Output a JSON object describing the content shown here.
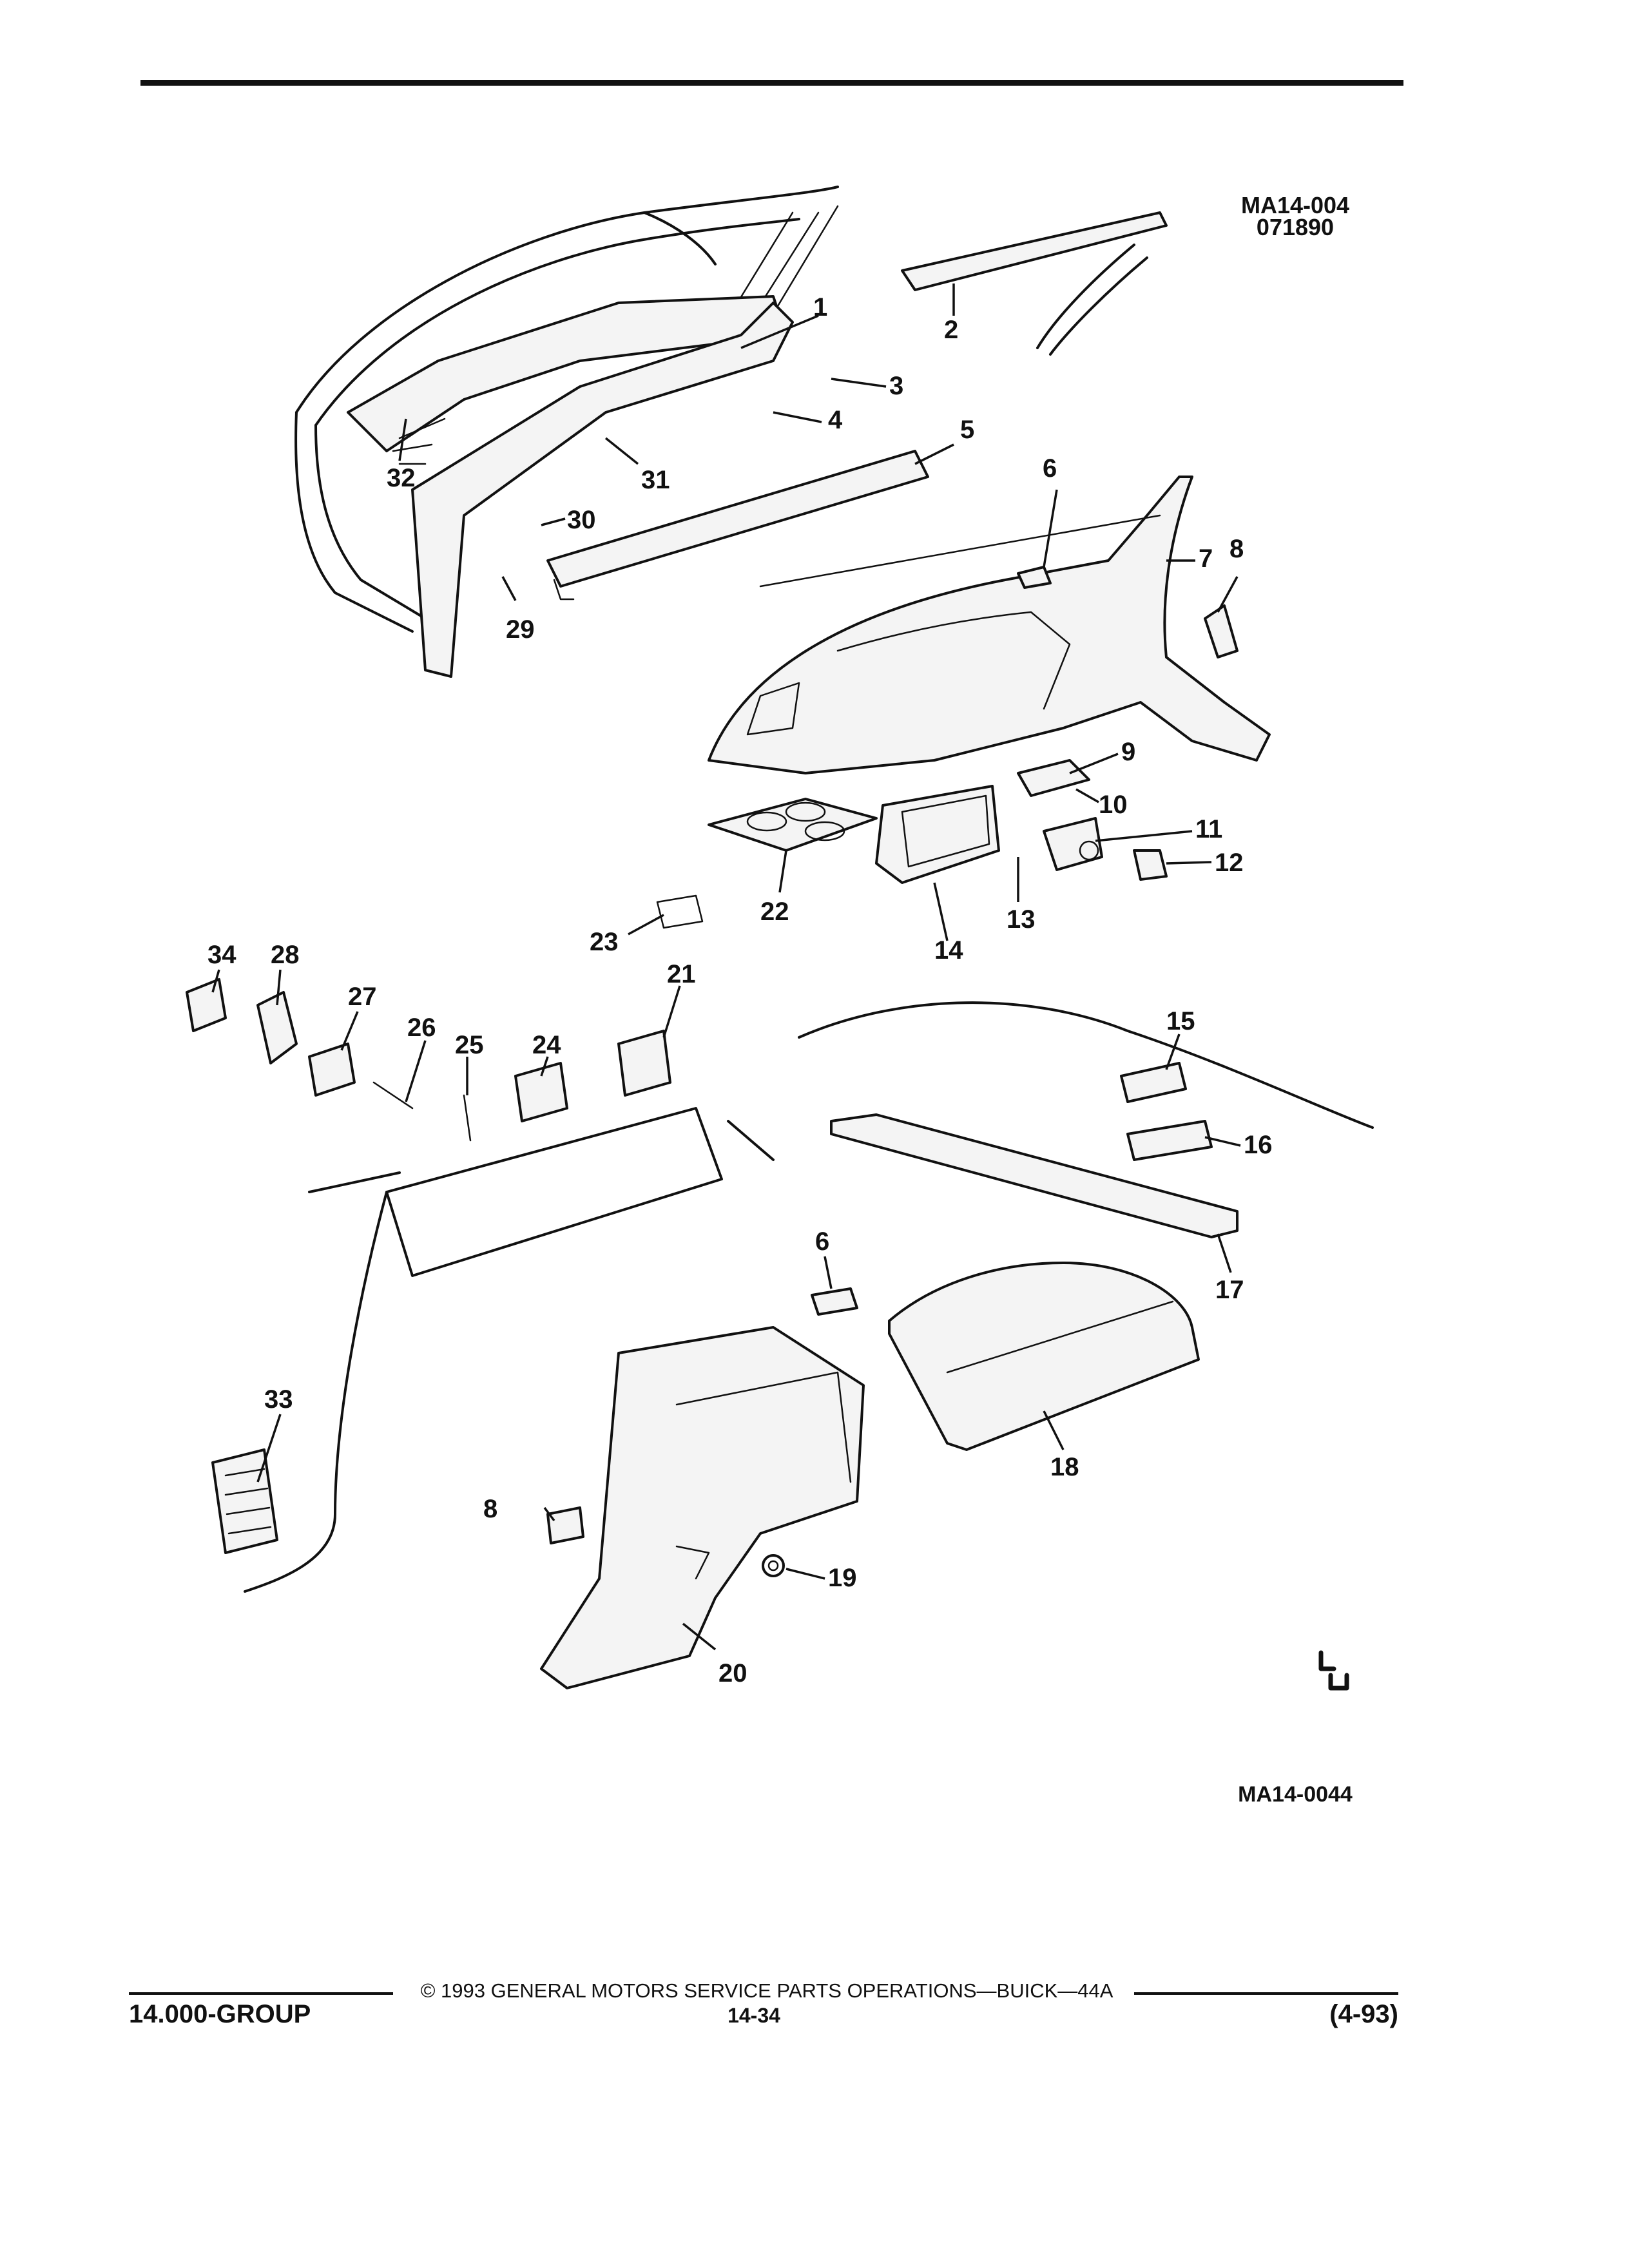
{
  "header": {
    "illustration_code": "MA14-004",
    "illustration_date": "071890"
  },
  "figure_id": "MA14-0044",
  "callouts": [
    "1",
    "2",
    "3",
    "4",
    "5",
    "6",
    "7",
    "8",
    "9",
    "10",
    "11",
    "12",
    "13",
    "14",
    "15",
    "16",
    "17",
    "18",
    "19",
    "20",
    "21",
    "22",
    "23",
    "24",
    "25",
    "26",
    "27",
    "28",
    "29",
    "30",
    "31",
    "32",
    "33",
    "34",
    "6",
    "8"
  ],
  "footer": {
    "copyright": "© 1993 GENERAL MOTORS SERVICE PARTS OPERATIONS—BUICK—44A",
    "group": "14.000-GROUP",
    "page": "14-34",
    "revision": "(4-93)"
  }
}
